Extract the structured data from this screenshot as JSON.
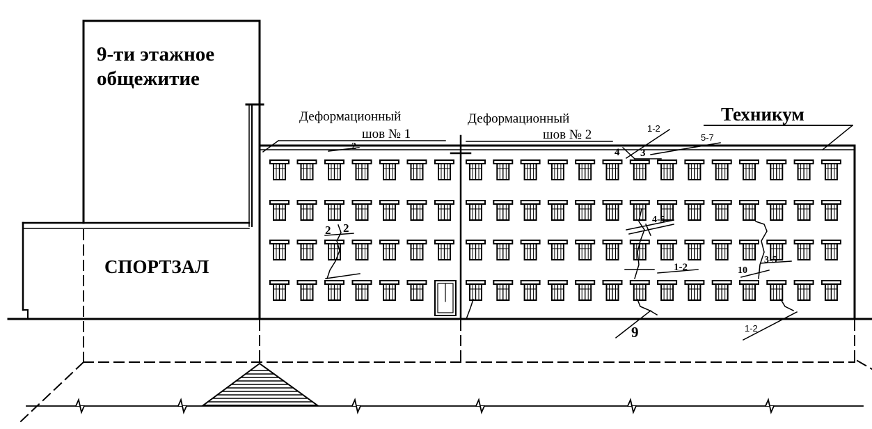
{
  "labels": {
    "dormitory_line1": "9-ти этажное",
    "dormitory_line2": "общежитие",
    "gym": "СПОРТЗАЛ",
    "college": "Техникум",
    "joint1_line1": "Деформационный",
    "joint1_line2": "шов № 1",
    "joint2_line1": "Деформационный",
    "joint2_line2": "шов № 2"
  },
  "crack_marks": [
    "2",
    "2",
    "2",
    "1-2",
    "4",
    "3",
    "5-7",
    "4-5",
    "1-2",
    "10",
    "3-5",
    "9",
    "1-2"
  ],
  "facade": {
    "floors": 4,
    "bays_section_1": 7,
    "bays_section_2": 14
  }
}
